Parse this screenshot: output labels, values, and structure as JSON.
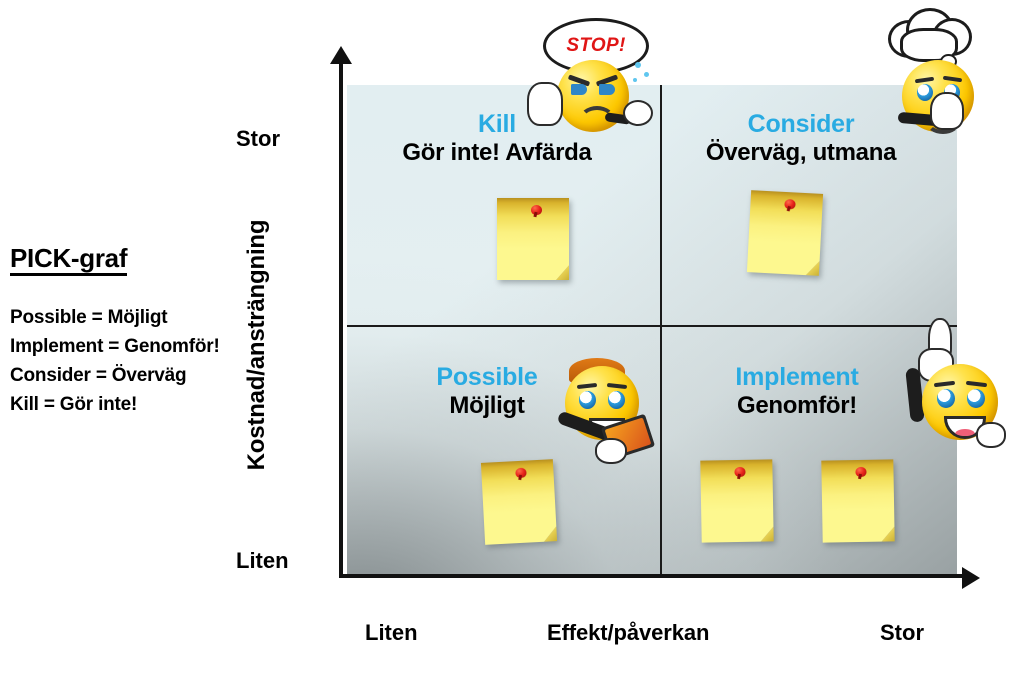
{
  "legend": {
    "title": "PICK-graf",
    "lines": [
      "Possible = Möjligt",
      "Implement = Genomför!",
      "Consider = Överväg",
      "Kill = Gör inte!"
    ]
  },
  "axes": {
    "y": {
      "label": "Kostnad/ansträngning",
      "tick_top": "Stor",
      "tick_bottom": "Liten"
    },
    "x": {
      "label": "Effekt/påverkan",
      "tick_left": "Liten",
      "tick_right": "Stor"
    }
  },
  "quadrants": [
    {
      "key": "kill",
      "en": "Kill",
      "sv": "Gör inte! Avfärda"
    },
    {
      "key": "consider",
      "en": "Consider",
      "sv": "Överväg, utmana"
    },
    {
      "key": "possible",
      "en": "Possible",
      "sv": "Möjligt"
    },
    {
      "key": "implement",
      "en": "Implement",
      "sv": "Genomför!"
    }
  ],
  "icons": {
    "stop_bubble_text": "STOP!",
    "kill_smiley": "angry-stop-smiley-icon",
    "consider_smiley": "thinking-smiley-icon",
    "possible_smiley": "smiley-with-tablet-icon",
    "implement_smiley": "pointing-smiley-icon",
    "sticky_note": "sticky-note-icon",
    "pin": "red-pushpin-icon"
  },
  "sticky_notes": {
    "kill": 1,
    "consider": 1,
    "possible": 1,
    "implement": 2
  },
  "colors": {
    "accent_blue": "#29abe2",
    "text_black": "#000000",
    "stop_red": "#e01515",
    "note_yellow": "#fdf88f",
    "plot_background": "#e2eef1"
  },
  "chart_data": {
    "type": "scatter",
    "title": "PICK-graf",
    "xlabel": "Effekt/påverkan",
    "ylabel": "Kostnad/ansträngning",
    "xticks": [
      "Liten",
      "Stor"
    ],
    "yticks": [
      "Liten",
      "Stor"
    ],
    "grid": false,
    "legend_position": "left",
    "quadrants": [
      {
        "name": "Kill",
        "sv": "Gör inte! Avfärda",
        "x": "low",
        "y": "high",
        "items": 1
      },
      {
        "name": "Consider",
        "sv": "Överväg, utmana",
        "x": "high",
        "y": "high",
        "items": 1
      },
      {
        "name": "Possible",
        "sv": "Möjligt",
        "x": "low",
        "y": "low",
        "items": 1
      },
      {
        "name": "Implement",
        "sv": "Genomför!",
        "x": "high",
        "y": "low",
        "items": 2
      }
    ],
    "series": [
      {
        "name": "Idéer (post-it)",
        "values": [
          1,
          1,
          1,
          2
        ]
      }
    ],
    "categories": [
      "Kill",
      "Consider",
      "Possible",
      "Implement"
    ]
  }
}
